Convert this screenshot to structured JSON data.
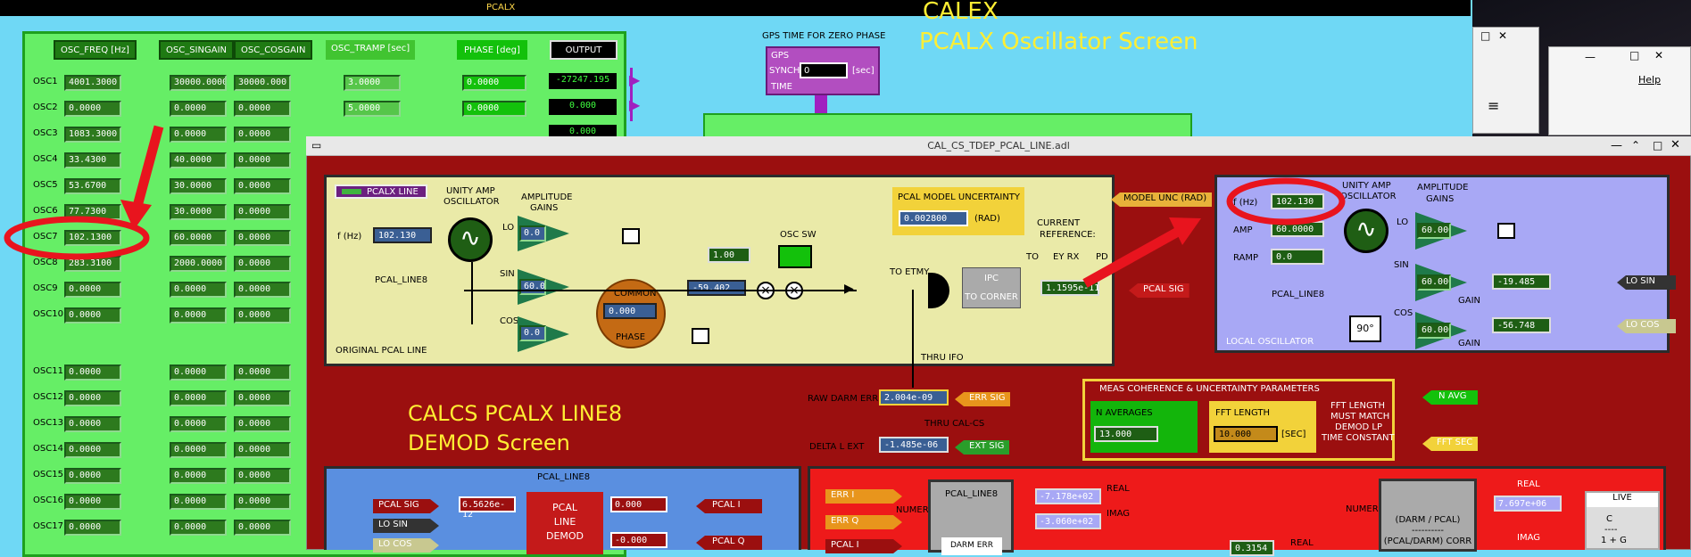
{
  "calex_window": {
    "title": "PCALX",
    "heading_line1": "CALEX",
    "heading_line2": "PCALX Oscillator Screen",
    "headers": {
      "freq": "OSC_FREQ [Hz]",
      "singain": "OSC_SINGAIN",
      "cosgain": "OSC_COSGAIN",
      "tramp": "OSC_TRAMP [sec]",
      "phase": "PHASE [deg]",
      "output": "OUTPUT"
    },
    "gps_label_top": "GPS TIME FOR ZERO PHASE",
    "gps_labels": [
      "GPS",
      "SYNCH",
      "TIME"
    ],
    "gps_value": "0",
    "gps_unit": "[sec]",
    "rows": [
      {
        "name": "OSC1",
        "freq": "4001.3000",
        "sin": "30000.0000",
        "cos": "30000.000",
        "tramp": "3.0000",
        "phase": "0.0000",
        "output": "-27247.195"
      },
      {
        "name": "OSC2",
        "freq": "0.0000",
        "sin": "0.0000",
        "cos": "0.0000",
        "tramp": "5.0000",
        "phase": "0.0000",
        "output": "0.000"
      },
      {
        "name": "OSC3",
        "freq": "1083.3000",
        "sin": "0.0000",
        "cos": "0.0000",
        "tramp": "",
        "phase": "",
        "output": "0.000"
      },
      {
        "name": "OSC4",
        "freq": "33.4300",
        "sin": "40.0000",
        "cos": "0.0000"
      },
      {
        "name": "OSC5",
        "freq": "53.6700",
        "sin": "30.0000",
        "cos": "0.0000"
      },
      {
        "name": "OSC6",
        "freq": "77.7300",
        "sin": "30.0000",
        "cos": "0.0000"
      },
      {
        "name": "OSC7",
        "freq": "102.1300",
        "sin": "60.0000",
        "cos": "0.0000"
      },
      {
        "name": "OSC8",
        "freq": "283.3100",
        "sin": "2000.0000",
        "cos": "0.0000"
      },
      {
        "name": "OSC9",
        "freq": "0.0000",
        "sin": "0.0000",
        "cos": "0.0000"
      },
      {
        "name": "OSC10",
        "freq": "0.0000",
        "sin": "0.0000",
        "cos": "0.0000"
      },
      {
        "name": "OSC11",
        "freq": "0.0000",
        "sin": "0.0000",
        "cos": "0.0000"
      },
      {
        "name": "OSC12",
        "freq": "0.0000",
        "sin": "0.0000",
        "cos": "0.0000"
      },
      {
        "name": "OSC13",
        "freq": "0.0000",
        "sin": "0.0000",
        "cos": "0.0000"
      },
      {
        "name": "OSC14",
        "freq": "0.0000",
        "sin": "0.0000",
        "cos": "0.0000"
      },
      {
        "name": "OSC15",
        "freq": "0.0000",
        "sin": "0.0000",
        "cos": "0.0000"
      },
      {
        "name": "OSC16",
        "freq": "0.0000",
        "sin": "0.0000",
        "cos": "0.0000"
      },
      {
        "name": "OSC17",
        "freq": "0.0000",
        "sin": "0.0000",
        "cos": "0.0000"
      }
    ]
  },
  "tdep_window": {
    "title": "CAL_CS_TDEP_PCAL_LINE.adl",
    "pcalx_line_btn": "PCALX LINE",
    "unity_amp": [
      "UNITY AMP",
      "OSCILLATOR"
    ],
    "amp_gains": [
      "AMPLITUDE",
      "GAINS"
    ],
    "f_label": "f (Hz)",
    "f_value": "102.130",
    "pcal_line8": "PCAL_LINE8",
    "lo": "LO",
    "sin": "SIN",
    "cos": "COS",
    "lo_val": "0.0",
    "sin_val": "60.0",
    "cos_val": "0.0",
    "common": "COMMON",
    "common_val": "0.000",
    "phase": "PHASE",
    "sw_val": "1.00",
    "osc_sw": "OSC SW",
    "demod_out": "-59.402",
    "original_pcal": "ORIGINAL PCAL LINE",
    "model_unc_title": "PCAL MODEL UNCERTAINTY",
    "model_unc_val": "0.002800",
    "model_unc_unit": "(RAD)",
    "model_unc_tag": "MODEL UNC (RAD)",
    "current_ref": [
      "CURRENT",
      "REFERENCE:"
    ],
    "to_etmy": "TO ETMY",
    "to_ey_rx_pd": [
      "TO",
      "EY RX",
      "PD"
    ],
    "ipc": "IPC",
    "to_corner": "TO CORNER",
    "ipc_val": "1.1595e-11",
    "pcal_sig_tag": "PCAL SIG",
    "thru_ifo": "THRU IFO",
    "raw_darm_label": "RAW DARM ERR",
    "raw_darm_val": "2.004e-09",
    "err_sig_tag": "ERR SIG",
    "thru_calcs": "THRU CAL-CS",
    "delta_l_label": "DELTA L EXT",
    "delta_l_val": "-1.485e-06",
    "ext_sig_tag": "EXT SIG",
    "calcs_title1": "CALCS PCALX LINE8",
    "calcs_title2": "DEMOD Screen",
    "meas_title": "MEAS COHERENCE & UNCERTAINTY PARAMETERS",
    "n_avg_label": "N AVERAGES",
    "n_avg_val": "13.000",
    "fft_label": "FFT LENGTH",
    "fft_val": "10.000",
    "fft_unit": "[SEC]",
    "fft_note": [
      "FFT LENGTH",
      "MUST MATCH",
      "DEMOD LP",
      "TIME CONSTANT"
    ],
    "n_avg_tag": "N AVG",
    "fft_sec_tag": "FFT SEC",
    "lo_panel": {
      "f_label": "f (Hz)",
      "f_val": "102.130",
      "amp_label": "AMP",
      "amp_val": "60.0000",
      "ramp_label": "RAMP",
      "ramp_val": "0.0",
      "unity": [
        "UNITY AMP",
        "OSCILLATOR"
      ],
      "gains": [
        "AMPLITUDE",
        "GAINS"
      ],
      "lo": "LO",
      "lo_val": "60.0000",
      "sin": "SIN",
      "sin_val": "60.0000",
      "sin_out": "-19.485",
      "cos": "COS",
      "cos_val": "60.0000",
      "cos_out": "-56.748",
      "gain": "GAIN",
      "deg90": "90°",
      "pcal_line8": "PCAL_LINE8",
      "local_osc": "LOCAL OSCILLATOR",
      "lo_sin_tag": "LO SIN",
      "lo_cos_tag": "LO COS"
    },
    "demod_panel": {
      "title": "PCAL_LINE8",
      "pcal_sig": "PCAL SIG",
      "pcal_sig_val": "6.5626e-12",
      "lo_sin": "LO SIN",
      "lo_cos": "LO COS",
      "block": [
        "PCAL",
        "LINE",
        "DEMOD"
      ],
      "i_val": "0.000",
      "q_val": "-0.000",
      "pcal_i": "PCAL I",
      "pcal_q": "PCAL Q"
    },
    "ratio_panel": {
      "err_i": "ERR I",
      "err_q": "ERR Q",
      "pcal_i": "PCAL I",
      "numer": "NUMER",
      "block": "PCAL_LINE8",
      "darm_err": "DARM ERR",
      "real_val": "-7.178e+02",
      "imag_val": "-3.060e+02",
      "real": "REAL",
      "imag": "IMAG",
      "numer2": "NUMER",
      "darm_pcal": [
        "(DARM / PCAL)",
        "----------",
        "(PCAL/DARM) CORR"
      ],
      "real2": "REAL",
      "real2_val": "7.697e+06",
      "imag2": "IMAG",
      "live": "LIVE",
      "live_expr": [
        "C",
        "----",
        "1 + G"
      ],
      "small_val": "0.3154",
      "real3": "REAL"
    }
  },
  "colors": {
    "calex_bg": "#6fd8f5",
    "osc_panel": "#66ee66",
    "tdep_bg": "#9b0f0f",
    "yellow_panel": "#eaeaa8",
    "lo_panel": "#a8a8f5",
    "annotation": "#e8141e"
  }
}
